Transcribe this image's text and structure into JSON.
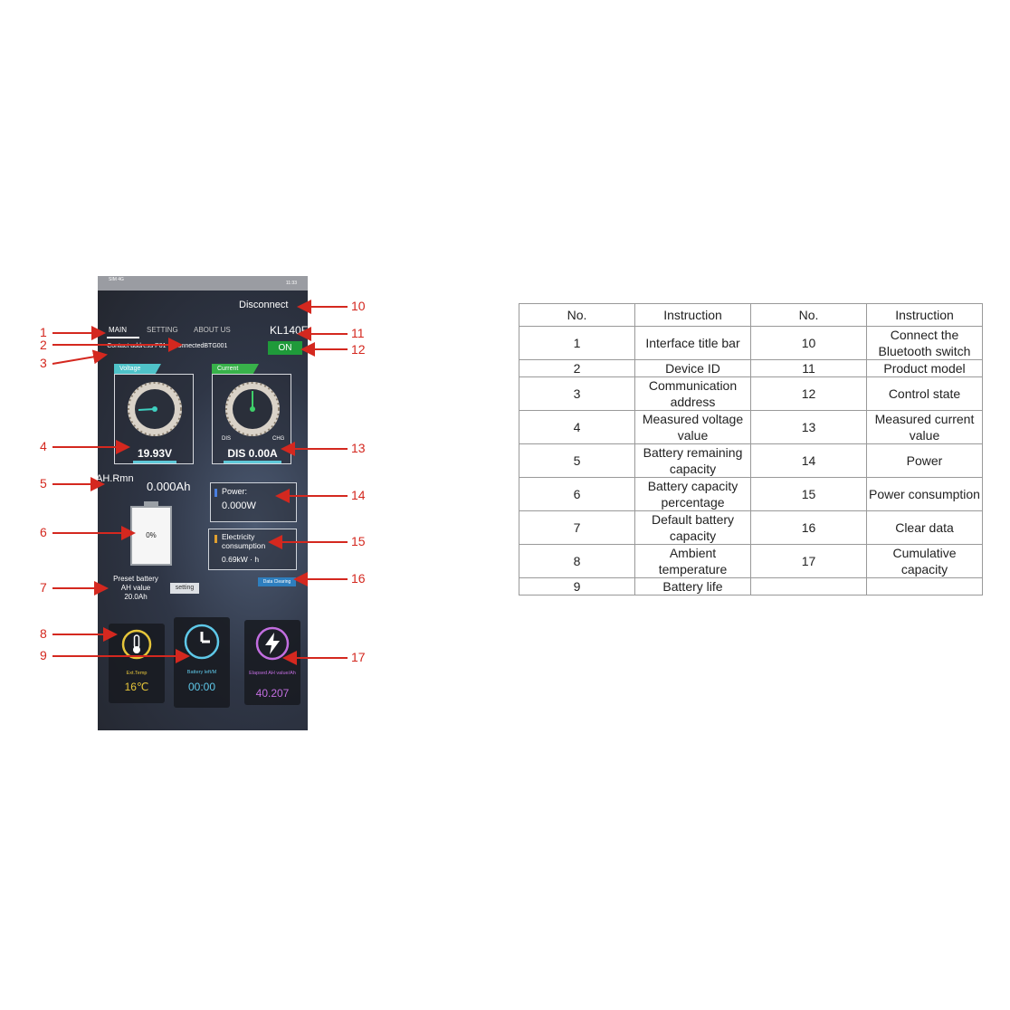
{
  "phone": {
    "status_left": "SIM 4G",
    "status_right": "11:33",
    "disconnect_label": "Disconnect",
    "tabs": [
      {
        "label": "MAIN"
      },
      {
        "label": "SETTING"
      },
      {
        "label": "ABOUT US"
      }
    ],
    "model": "KL140F",
    "address_label": "Contact address P01",
    "connected_label": "ConnectedBTG001",
    "on_label": "ON",
    "voltage_tag": "Voltage",
    "current_tag": "Current",
    "voltage_reading": "19.93V",
    "current_reading": "DIS 0.00A",
    "current_dis": "DIS",
    "current_chg": "CHG",
    "ah_label": "AH.Rmn",
    "ah_value": "0.000Ah",
    "power_label": "Power:",
    "power_value": "0.000W",
    "elec_label_1": "Electricity",
    "elec_label_2": "consumption",
    "elec_value": "0.69kW · h",
    "battery_percent": "0%",
    "preset_line1": "Preset battery",
    "preset_line2": "AH value",
    "preset_value": "20.0Ah",
    "setting_button": "setting",
    "data_clearing": "Data Clearing",
    "cards": [
      {
        "label": "Ext.Temp",
        "value": "16℃",
        "color": "#e6c53a"
      },
      {
        "label": "Battery left/M",
        "value": "00:00",
        "color": "#5ec8e8"
      },
      {
        "label": "Elapsed AH value/Ah",
        "value": "40.207",
        "color": "#c26ee0"
      }
    ]
  },
  "callouts": [
    "1",
    "2",
    "3",
    "4",
    "5",
    "6",
    "7",
    "8",
    "9",
    "10",
    "11",
    "12",
    "13",
    "14",
    "15",
    "16",
    "17"
  ],
  "table": {
    "headers": [
      "No.",
      "Instruction",
      "No.",
      "Instruction"
    ],
    "rows": [
      [
        "1",
        "Interface title bar",
        "10",
        "Connect the Bluetooth switch"
      ],
      [
        "2",
        "Device ID",
        "11",
        "Product model"
      ],
      [
        "3",
        "Communication address",
        "12",
        "Control state"
      ],
      [
        "4",
        "Measured voltage value",
        "13",
        "Measured current value"
      ],
      [
        "5",
        "Battery remaining capacity",
        "14",
        "Power"
      ],
      [
        "6",
        "Battery capacity percentage",
        "15",
        "Power consumption"
      ],
      [
        "7",
        "Default battery capacity",
        "16",
        "Clear data"
      ],
      [
        "8",
        "Ambient temperature",
        "17",
        "Cumulative capacity"
      ],
      [
        "9",
        "Battery life",
        "",
        ""
      ]
    ]
  },
  "colors": {
    "accent_red": "#d4281f",
    "on_green": "#1f9a3a",
    "voltage_tag": "#4fc3c9",
    "current_tag": "#38b24a"
  }
}
